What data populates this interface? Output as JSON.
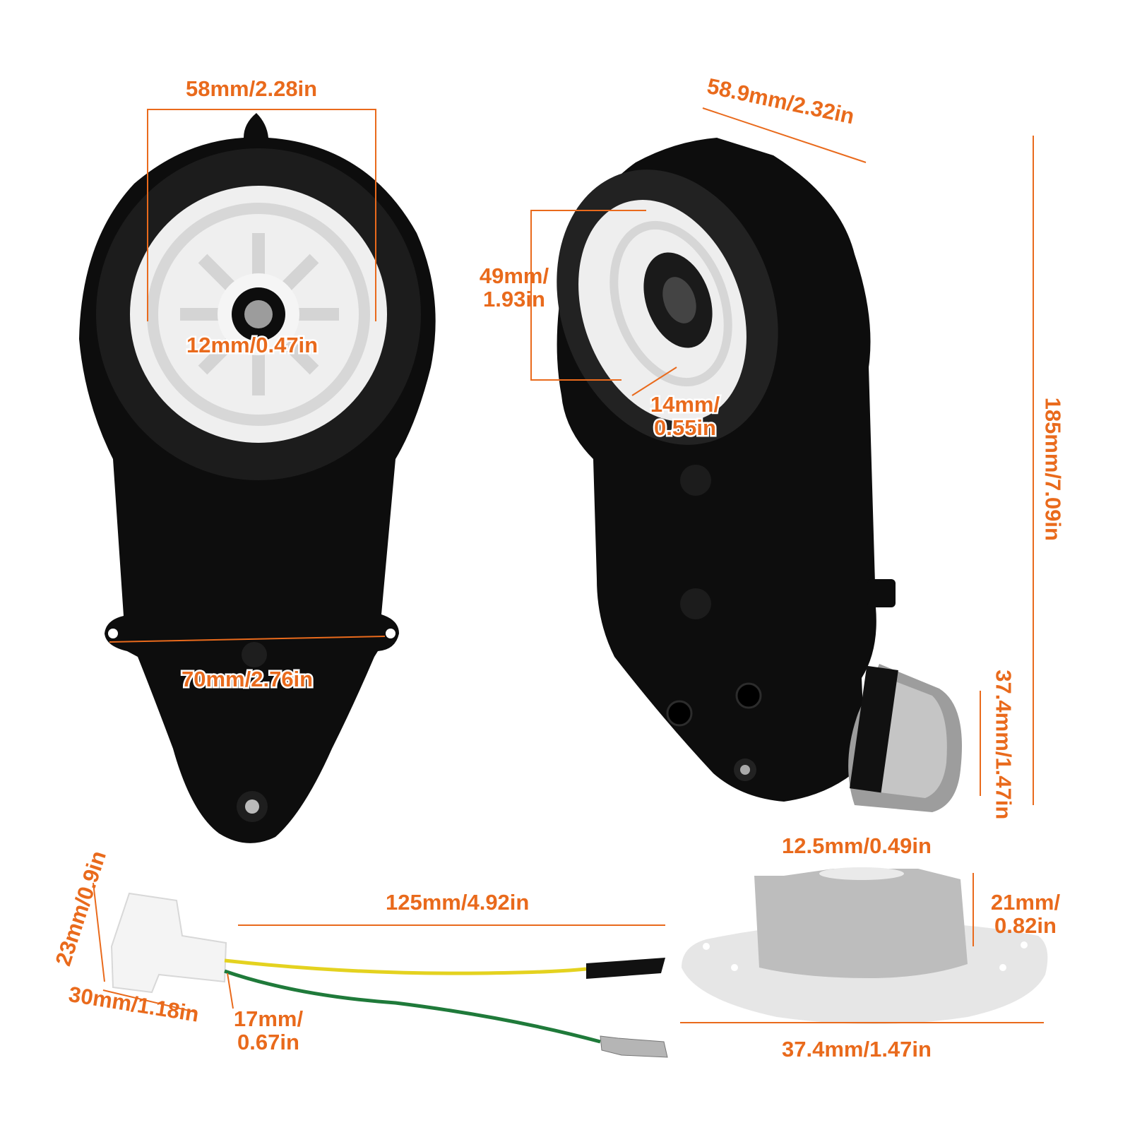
{
  "colors": {
    "label": "#e96a1c",
    "body": "#0d0d0d",
    "gear": "#e9e9e9",
    "mount": "#c9c9c9",
    "wire_yellow": "#e4d21f",
    "wire_green": "#1f7a3a"
  },
  "dimensions": {
    "front_width": "58mm/2.28in",
    "front_shaft": "12mm/0.47in",
    "front_holes": "70mm/2.76in",
    "side_depth": "58.9mm/2.32in",
    "side_gear_line1": "49mm/",
    "side_gear_line2": "1.93in",
    "side_shaft_line1": "14mm/",
    "side_shaft_line2": "0.55in",
    "total_height": "185mm/7.09in",
    "motor_length": "37.4mm/1.47in",
    "connector_height": "23mm/0.9in",
    "connector_width": "30mm/1.18in",
    "connector_depth_line1": "17mm/",
    "connector_depth_line2": "0.67in",
    "wire_length": "125mm/4.92in",
    "adapter_hole": "12.5mm/0.49in",
    "adapter_height_line1": "21mm/",
    "adapter_height_line2": "0.82in",
    "adapter_diameter": "37.4mm/1.47in"
  }
}
